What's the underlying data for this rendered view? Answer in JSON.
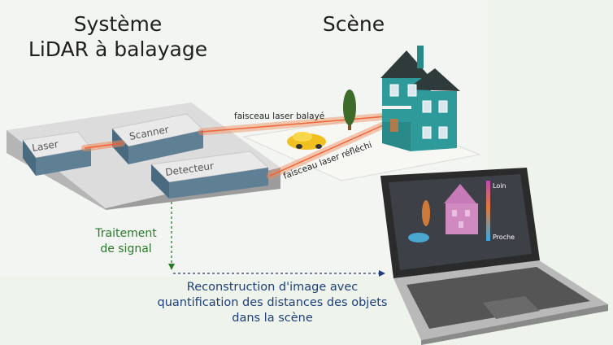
{
  "titles": {
    "system_line1": "Système",
    "system_line2": "LiDAR à balayage",
    "scene": "Scène"
  },
  "components": {
    "laser": "Laser",
    "scanner": "Scanner",
    "detector": "Detecteur"
  },
  "beams": {
    "swept": "faisceau laser balayé",
    "reflected": "faisceau laser réfléchi"
  },
  "processing": {
    "line1": "Traitement",
    "line2": "de signal"
  },
  "reconstruction": {
    "line1": "Reconstruction d'image avec",
    "line2": "quantification des distances des objets",
    "line3": "dans la scène"
  },
  "screen": {
    "far_label": "Loin",
    "near_label": "Proche"
  },
  "colors": {
    "beam": "#f08a5a",
    "house_teal": "#2f9a9a",
    "box_top": "#e4e4e4",
    "box_front": "#5e7f94"
  }
}
